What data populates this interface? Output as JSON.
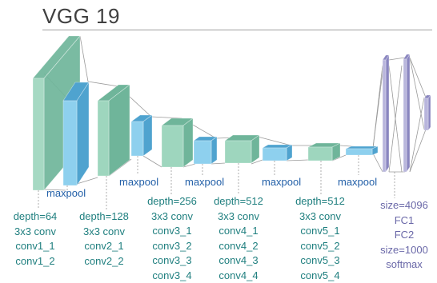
{
  "title": "VGG 19",
  "colors": {
    "conv_face": "#9ed6be",
    "conv_side": "#6fb59a",
    "pool_face": "#8ed0ee",
    "pool_side": "#4fa3cf",
    "fc_face": "#b9b6dc",
    "fc_side": "#8a86c0",
    "teal_text": "#1f7f7f",
    "blue_text": "#2360a8",
    "purple_text": "#6a68a8"
  },
  "maxpool_label": "maxpool",
  "blocks": [
    {
      "lines": [
        "depth=64",
        "3x3 conv",
        "conv1_1",
        "conv1_2"
      ]
    },
    {
      "lines": [
        "depth=128",
        "3x3 conv",
        "conv2_1",
        "conv2_2"
      ]
    },
    {
      "lines": [
        "depth=256",
        "3x3 conv",
        "conv3_1",
        "conv3_2",
        "conv3_3",
        "conv3_4"
      ]
    },
    {
      "lines": [
        "depth=512",
        "3x3 conv",
        "conv4_1",
        "conv4_2",
        "conv4_3",
        "conv4_4"
      ]
    },
    {
      "lines": [
        "depth=512",
        "3x3 conv",
        "conv5_1",
        "conv5_2",
        "conv5_3",
        "conv5_4"
      ]
    },
    {
      "lines": [
        "size=4096",
        "FC1",
        "FC2",
        "size=1000",
        "softmax"
      ]
    }
  ]
}
